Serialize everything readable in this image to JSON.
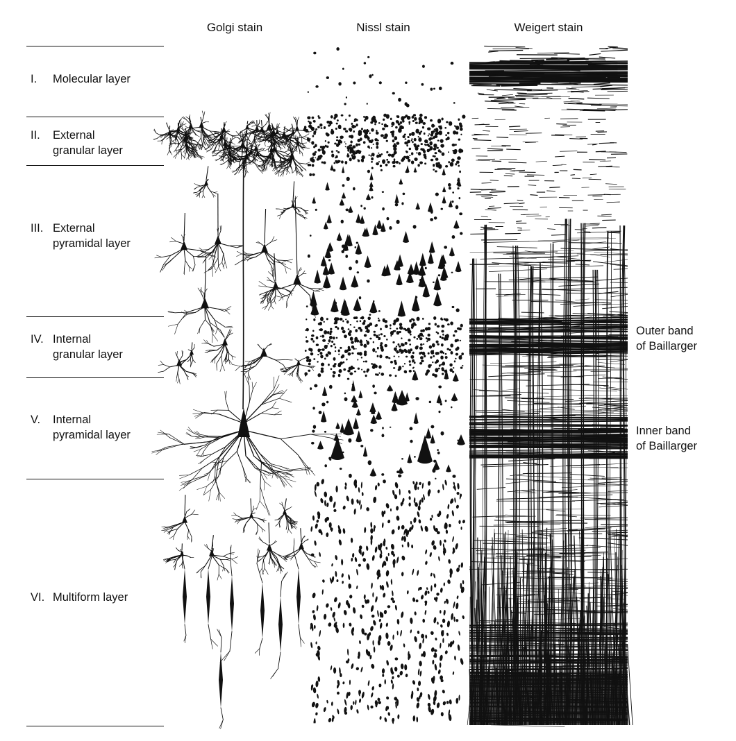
{
  "columns": {
    "golgi": "Golgi stain",
    "nissl": "Nissl stain",
    "weigert": "Weigert stain"
  },
  "layers": [
    {
      "numeral": "I.",
      "line1": "Molecular layer",
      "line2": ""
    },
    {
      "numeral": "II.",
      "line1": "External",
      "line2": "granular layer"
    },
    {
      "numeral": "III.",
      "line1": "External",
      "line2": "pyramidal layer"
    },
    {
      "numeral": "IV.",
      "line1": "Internal",
      "line2": "granular layer"
    },
    {
      "numeral": "V.",
      "line1": "Internal",
      "line2": "pyramidal layer"
    },
    {
      "numeral": "VI.",
      "line1": "Multiform layer",
      "line2": ""
    }
  ],
  "bands": [
    {
      "line1": "Outer band",
      "line2": "of Baillarger"
    },
    {
      "line1": "Inner band",
      "line2": "of Baillarger"
    }
  ],
  "colors": {
    "ink": "#111111",
    "paper": "#ffffff"
  }
}
